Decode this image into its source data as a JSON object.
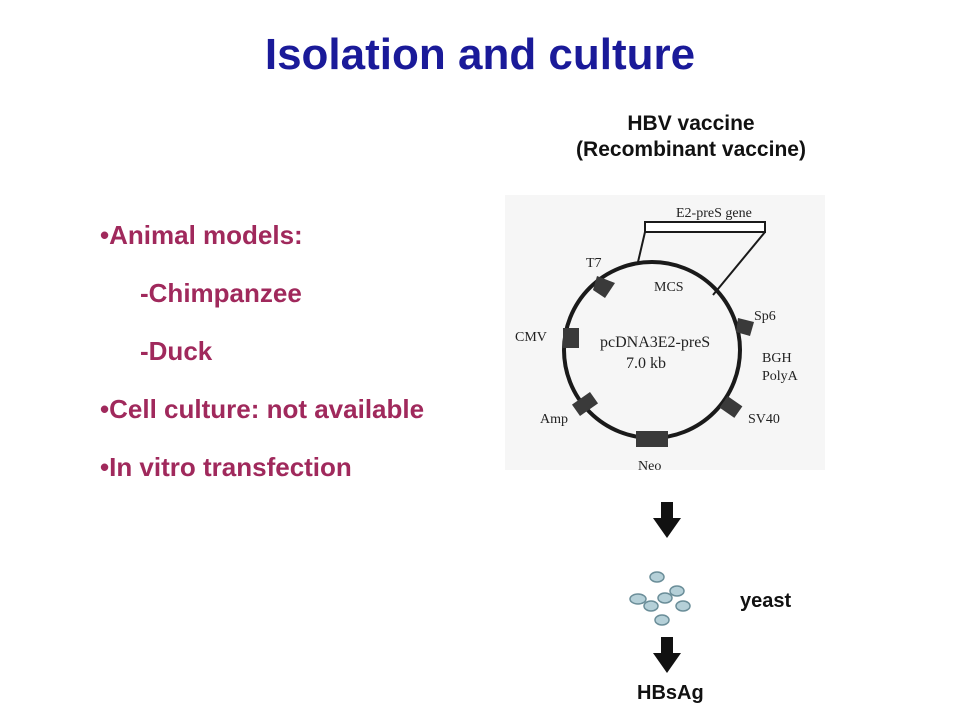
{
  "slide": {
    "title": "Isolation and culture",
    "bullets": [
      "•Animal models:",
      "-Chimpanzee",
      "-Duck",
      "•Cell culture: not available",
      "•In vitro transfection"
    ]
  },
  "figure": {
    "caption_line1": "HBV vaccine",
    "caption_line2": "(Recombinant vaccine)",
    "plasmid_name": "pcDNA3E2-preS",
    "plasmid_size": "7.0 kb",
    "insert_label": "E2-preS gene",
    "features": {
      "t7": "T7",
      "mcs": "MCS",
      "sp6": "Sp6",
      "cmv": "CMV",
      "bgh": "BGH",
      "polya": "PolyA",
      "amp": "Amp",
      "sv40": "SV40",
      "neo": "Neo"
    },
    "yeast_label": "yeast",
    "product_label": "HBsAg",
    "colors": {
      "title": "#1a1a99",
      "bullets": "#a0295c",
      "yeast_cell": "#b5d0d8"
    }
  }
}
